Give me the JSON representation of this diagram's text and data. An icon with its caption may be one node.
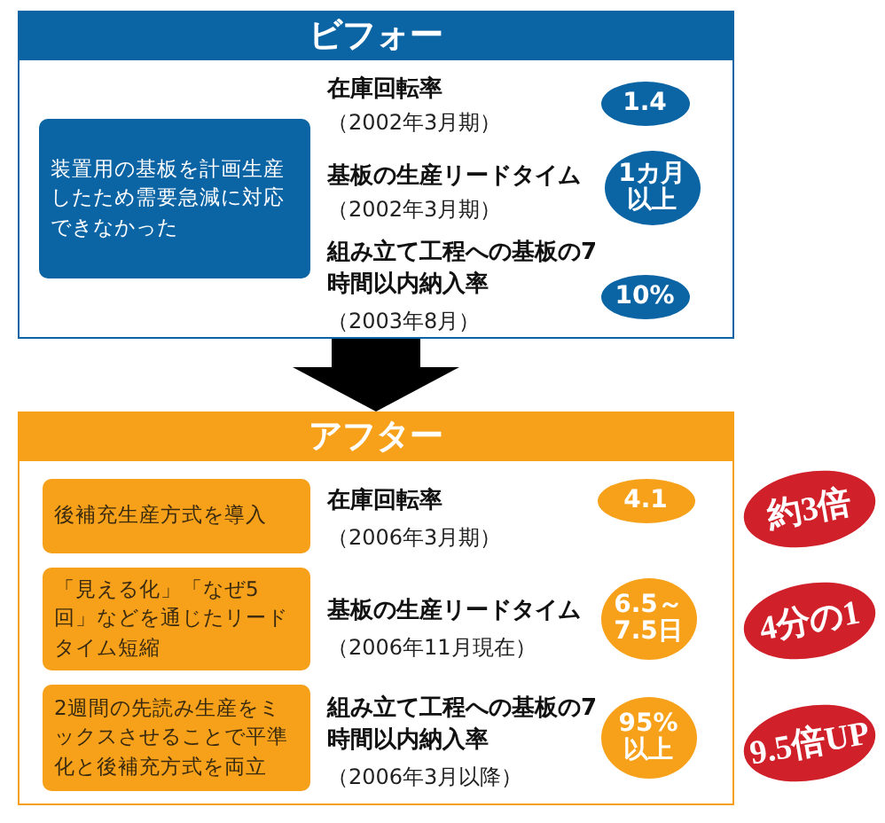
{
  "diagram": {
    "nodes": [
      {
        "text": [
          "ビフォー"
        ]
      },
      {
        "text": [
          "装置用の基板を計画生産したため需要急減に対応できなかった"
        ],
        "in": 0
      },
      {
        "text": [
          "1.4"
        ],
        "in": 0,
        "beside": [
          "在庫回転率",
          "（2002年3月期）"
        ]
      },
      {
        "text": [
          "1カ月以上"
        ],
        "in": 0,
        "beside": [
          "基板の生産リードタイム",
          "（2002年3月期）"
        ]
      },
      {
        "text": [
          "10%"
        ],
        "in": 0,
        "beside": [
          "組み立て工程への基板の7時間以内納入率",
          "（2003年8月）"
        ]
      },
      {
        "text": [
          "アフター"
        ]
      },
      {
        "text": [
          "後補充生産方式を導入"
        ],
        "in": 5
      },
      {
        "text": [
          "「見える化」「なぜ5回」などを通じたリードタイム短縮"
        ],
        "in": 5
      },
      {
        "text": [
          "2週間の先読み生産をミックスさせることで平準化と後補充方式を両立"
        ],
        "in": 5
      },
      {
        "text": [
          "4.1"
        ],
        "in": 5,
        "beside": [
          "在庫回転率",
          "（2006年3月期）"
        ]
      },
      {
        "text": [
          "6.5～7.5日"
        ],
        "in": 5,
        "beside": [
          "基板の生産リードタイム",
          "（2006年11月現在）"
        ]
      },
      {
        "text": [
          "95%以上"
        ],
        "in": 5,
        "beside": [
          "組み立て工程への基板の7時間以内納入率",
          "（2006年3月以降）"
        ]
      },
      {
        "text": [
          "約3倍"
        ]
      },
      {
        "text": [
          "4分の1"
        ]
      },
      {
        "text": [
          "9.5倍UP"
        ]
      }
    ],
    "edges": [
      {
        "from": 0,
        "to": 5,
        "arrow": "to"
      }
    ]
  }
}
